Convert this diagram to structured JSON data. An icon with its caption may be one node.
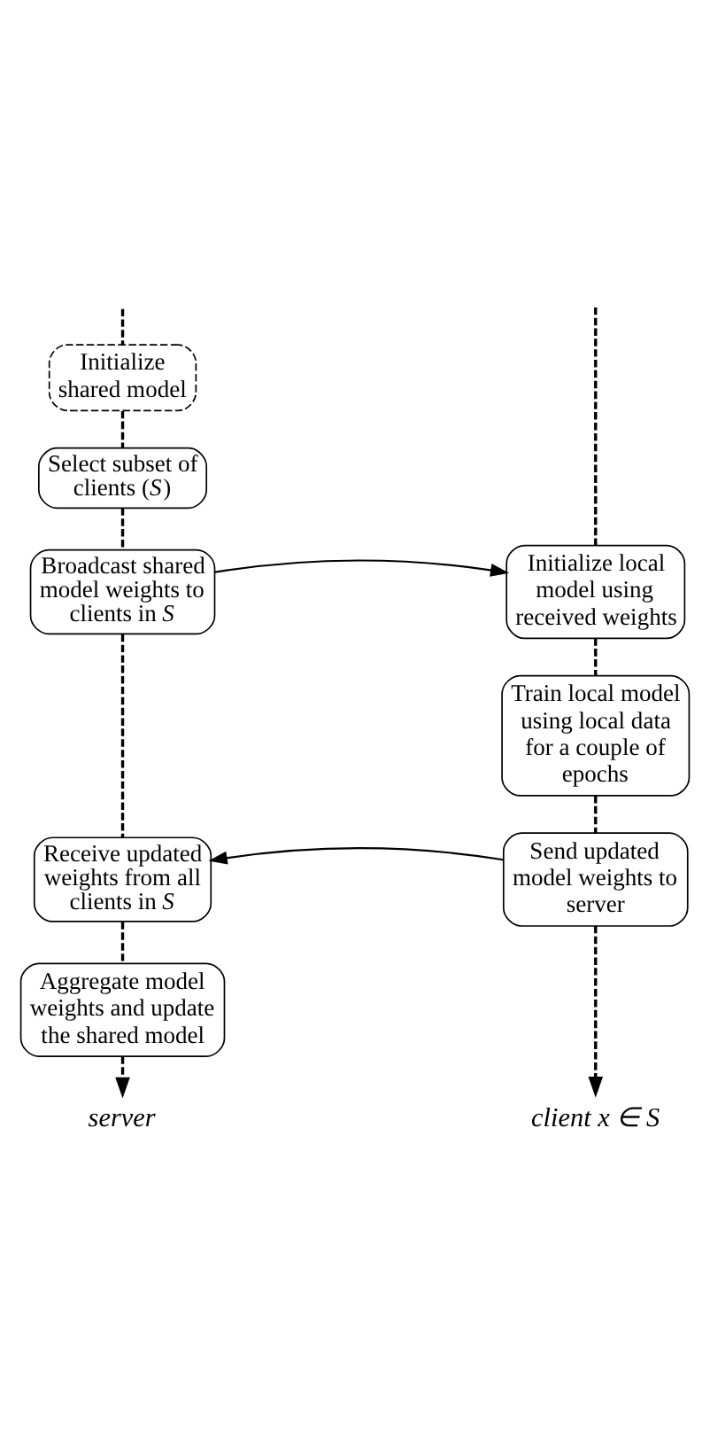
{
  "diagram": {
    "nodes": [
      {
        "text": [
          "Initialize shared model"
        ]
      },
      {
        "text": [
          "Select subset of clients (*S*)"
        ]
      },
      {
        "text": [
          "Broadcast shared model weights to clients in *S*"
        ]
      },
      {
        "text": [
          "Initialize local model using received weights"
        ]
      },
      {
        "text": [
          "Train local model using local data for a couple of epochs"
        ]
      },
      {
        "text": [
          "Receive updated weights from all clients in *S*"
        ]
      },
      {
        "text": [
          "Send updated model weights to server"
        ]
      },
      {
        "text": [
          "Aggregate model weights and update the shared model"
        ]
      },
      {
        "text": [
          "server"
        ]
      },
      {
        "text": [
          "client x ∈ S"
        ]
      }
    ],
    "edges": [
      {
        "from": null,
        "to": 0,
        "arrow": "none",
        "style": "dashed"
      },
      {
        "from": 0,
        "to": 1,
        "arrow": "none",
        "style": "dashed"
      },
      {
        "from": 1,
        "to": 2,
        "arrow": "none",
        "style": "dashed"
      },
      {
        "from": 2,
        "to": 5,
        "arrow": "none",
        "style": "dashed"
      },
      {
        "from": 5,
        "to": 7,
        "arrow": "none",
        "style": "dashed"
      },
      {
        "from": 7,
        "to": 8,
        "arrow": "to",
        "style": "dashed"
      },
      {
        "from": null,
        "to": 3,
        "arrow": "none",
        "style": "dashed"
      },
      {
        "from": 3,
        "to": 4,
        "arrow": "none",
        "style": "dashed"
      },
      {
        "from": 4,
        "to": 6,
        "arrow": "none",
        "style": "dashed"
      },
      {
        "from": 6,
        "to": 9,
        "arrow": "to",
        "style": "dashed"
      },
      {
        "from": 2,
        "to": 3,
        "arrow": "to"
      },
      {
        "from": 6,
        "to": 5,
        "arrow": "to"
      }
    ]
  }
}
